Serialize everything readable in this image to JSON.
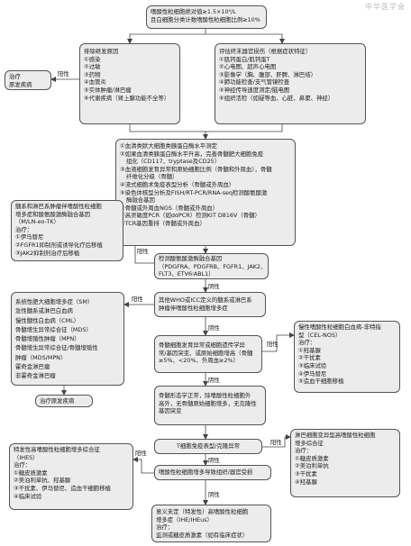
{
  "watermark": "中华医学会",
  "top_box": [
    "嗜酸性粒细胞绝对值≥1.5×10⁹/L",
    "且白细胞分类计数嗜酸性粒细胞比例≥10%"
  ],
  "secondary_causes": [
    "排除继发原因",
    "①感染",
    "②过敏",
    "③药物",
    "④血管炎",
    "⑤实体肿瘤/淋巴瘤",
    "⑥代谢疾病（肾上腺功能不全等）"
  ],
  "treat_primary_top": [
    "治疗",
    "原发疾病"
  ],
  "organ_damage": [
    "评估终末器官损伤（根据症状特征）",
    "①肌钙蛋白/肌钙蛋T",
    "②心电图、超声心电图",
    "③影像学（胸、腹部、肝脾、淋巴结）",
    "④肺功能检查/支气管镜检查",
    "⑤神经传导速度测定/脑电图",
    "⑥组织活检（如疑等血、心脏、鼻窦、神经）"
  ],
  "workup": [
    "①血清类肰大细胞类胰蛋白酶水平测定",
    "②如果血清类胰蛋白酶水平升高，完善骨髓肥大细胞免疫",
    "组化（CD117、tryptase及CD25）",
    "③血液细胞发育异常和原始细胞比例（骨髓和外周血），骨髓",
    "纤维化分级（骨髓）",
    "④流式细胞术免疫表型分析（骨髓或外周血）",
    "⑤染色体核型分析及FISH/RT-PCR/RNA-seq检测酸氨酸激",
    "酶融合基因",
    "⑥骨髓或外周血NGS（骨髓或外周血）",
    "⑦高灵敏度PCR（如ddPCR）检测KIT D816V（骨髓）",
    "⑧TCR基因重排（骨髓或外周血）"
  ],
  "fusion_box": [
    "髓系和淋巴系肿瘤伴嗜酸性粒细胞",
    "增多症和酸氨酸激酶融合基因",
    "（M/LN-eo-TK）",
    "治疗：",
    "①伊马替尼",
    "②FGFR1抑制剂或诱导化疗后移植",
    "③JAK2抑制剂治疗后移植"
  ],
  "fusion_test": [
    "检测酸氨酸激酶融合基因",
    "（PDGFRA、PDGFRB、FGFR1、JAK2、",
    "FLT3、ETV6∶ABL1）"
  ],
  "other_neoplasms": [
    "系统性肥大细胞增多症（SM）",
    "急性髓系或淋巴白血病",
    "慢性髓性白血病（CML）",
    "骨髓增生异常综合征（MDS）",
    "骨髓增殖性肿瘤（MPN）",
    "骨髓增生异常综合征/骨髓增殖性",
    "肿瘤（MDS/MPN）",
    "霍奇金淋巴瘤",
    "非霍奇金淋巴瘤"
  ],
  "treat_primary_mid": "治疗原发疾病",
  "who_question": [
    "其他WHO或ICC定义的髓系或淋巴系",
    "肿瘤伴嗜酸性粒细胞增多症"
  ],
  "marrow_question": [
    "骨髓细胞发育异常或细胞遗传学异",
    "常/基因突变、或原始细胞增高（骨髓",
    "≥5%、<20%、外周血≥2%）"
  ],
  "cel_nos": [
    "慢性嗜酸性粒细胞白血病-非特指",
    "型（CEL-NOS）",
    "治疗：",
    "①羟基脲",
    "②干扰素",
    "③临床试验",
    "④伊马替尼",
    "⑤造血干细胞移植"
  ],
  "morph_question": [
    "骨髓形态学正常，除嗜酸性粒细胞外",
    "高外，无骨髓原始细胞增多，无克隆性",
    "基因突变"
  ],
  "tcell_question": "T细胞免疫表型/克隆异常",
  "lymph_box": [
    "淋巴细胞变异型高嗜酸性粒细胞",
    "增多综合征",
    "治疗：",
    "①糖皮质激素",
    "②美泊利单抗",
    "③干扰素",
    "④羟基脲"
  ],
  "ihes_box": [
    "特发性高嗜酸性粒细胞增多综合征",
    "（IHES）",
    "治疗：",
    "①糖皮质激素",
    "②美泊利单抗、羟基脲",
    "③干扰素、伊马替尼、造血干细胞移植",
    "④临床试验"
  ],
  "organ_question": "嗜酸性粒细胞增多导致组织/器官受损",
  "hes_us": [
    "意义未定（特发性）高嗜酸性粒细胞",
    "增多症（IHE/IHEus）",
    "治疗：",
    "监测或糖皮质激素（如有临床症状）"
  ],
  "edge_labels": {
    "positive": "阳性",
    "negative": "阴性"
  },
  "colors": {
    "box_fill": "#ececec",
    "border": "#555555",
    "arrow": "#444444",
    "background": "#ffffff"
  }
}
